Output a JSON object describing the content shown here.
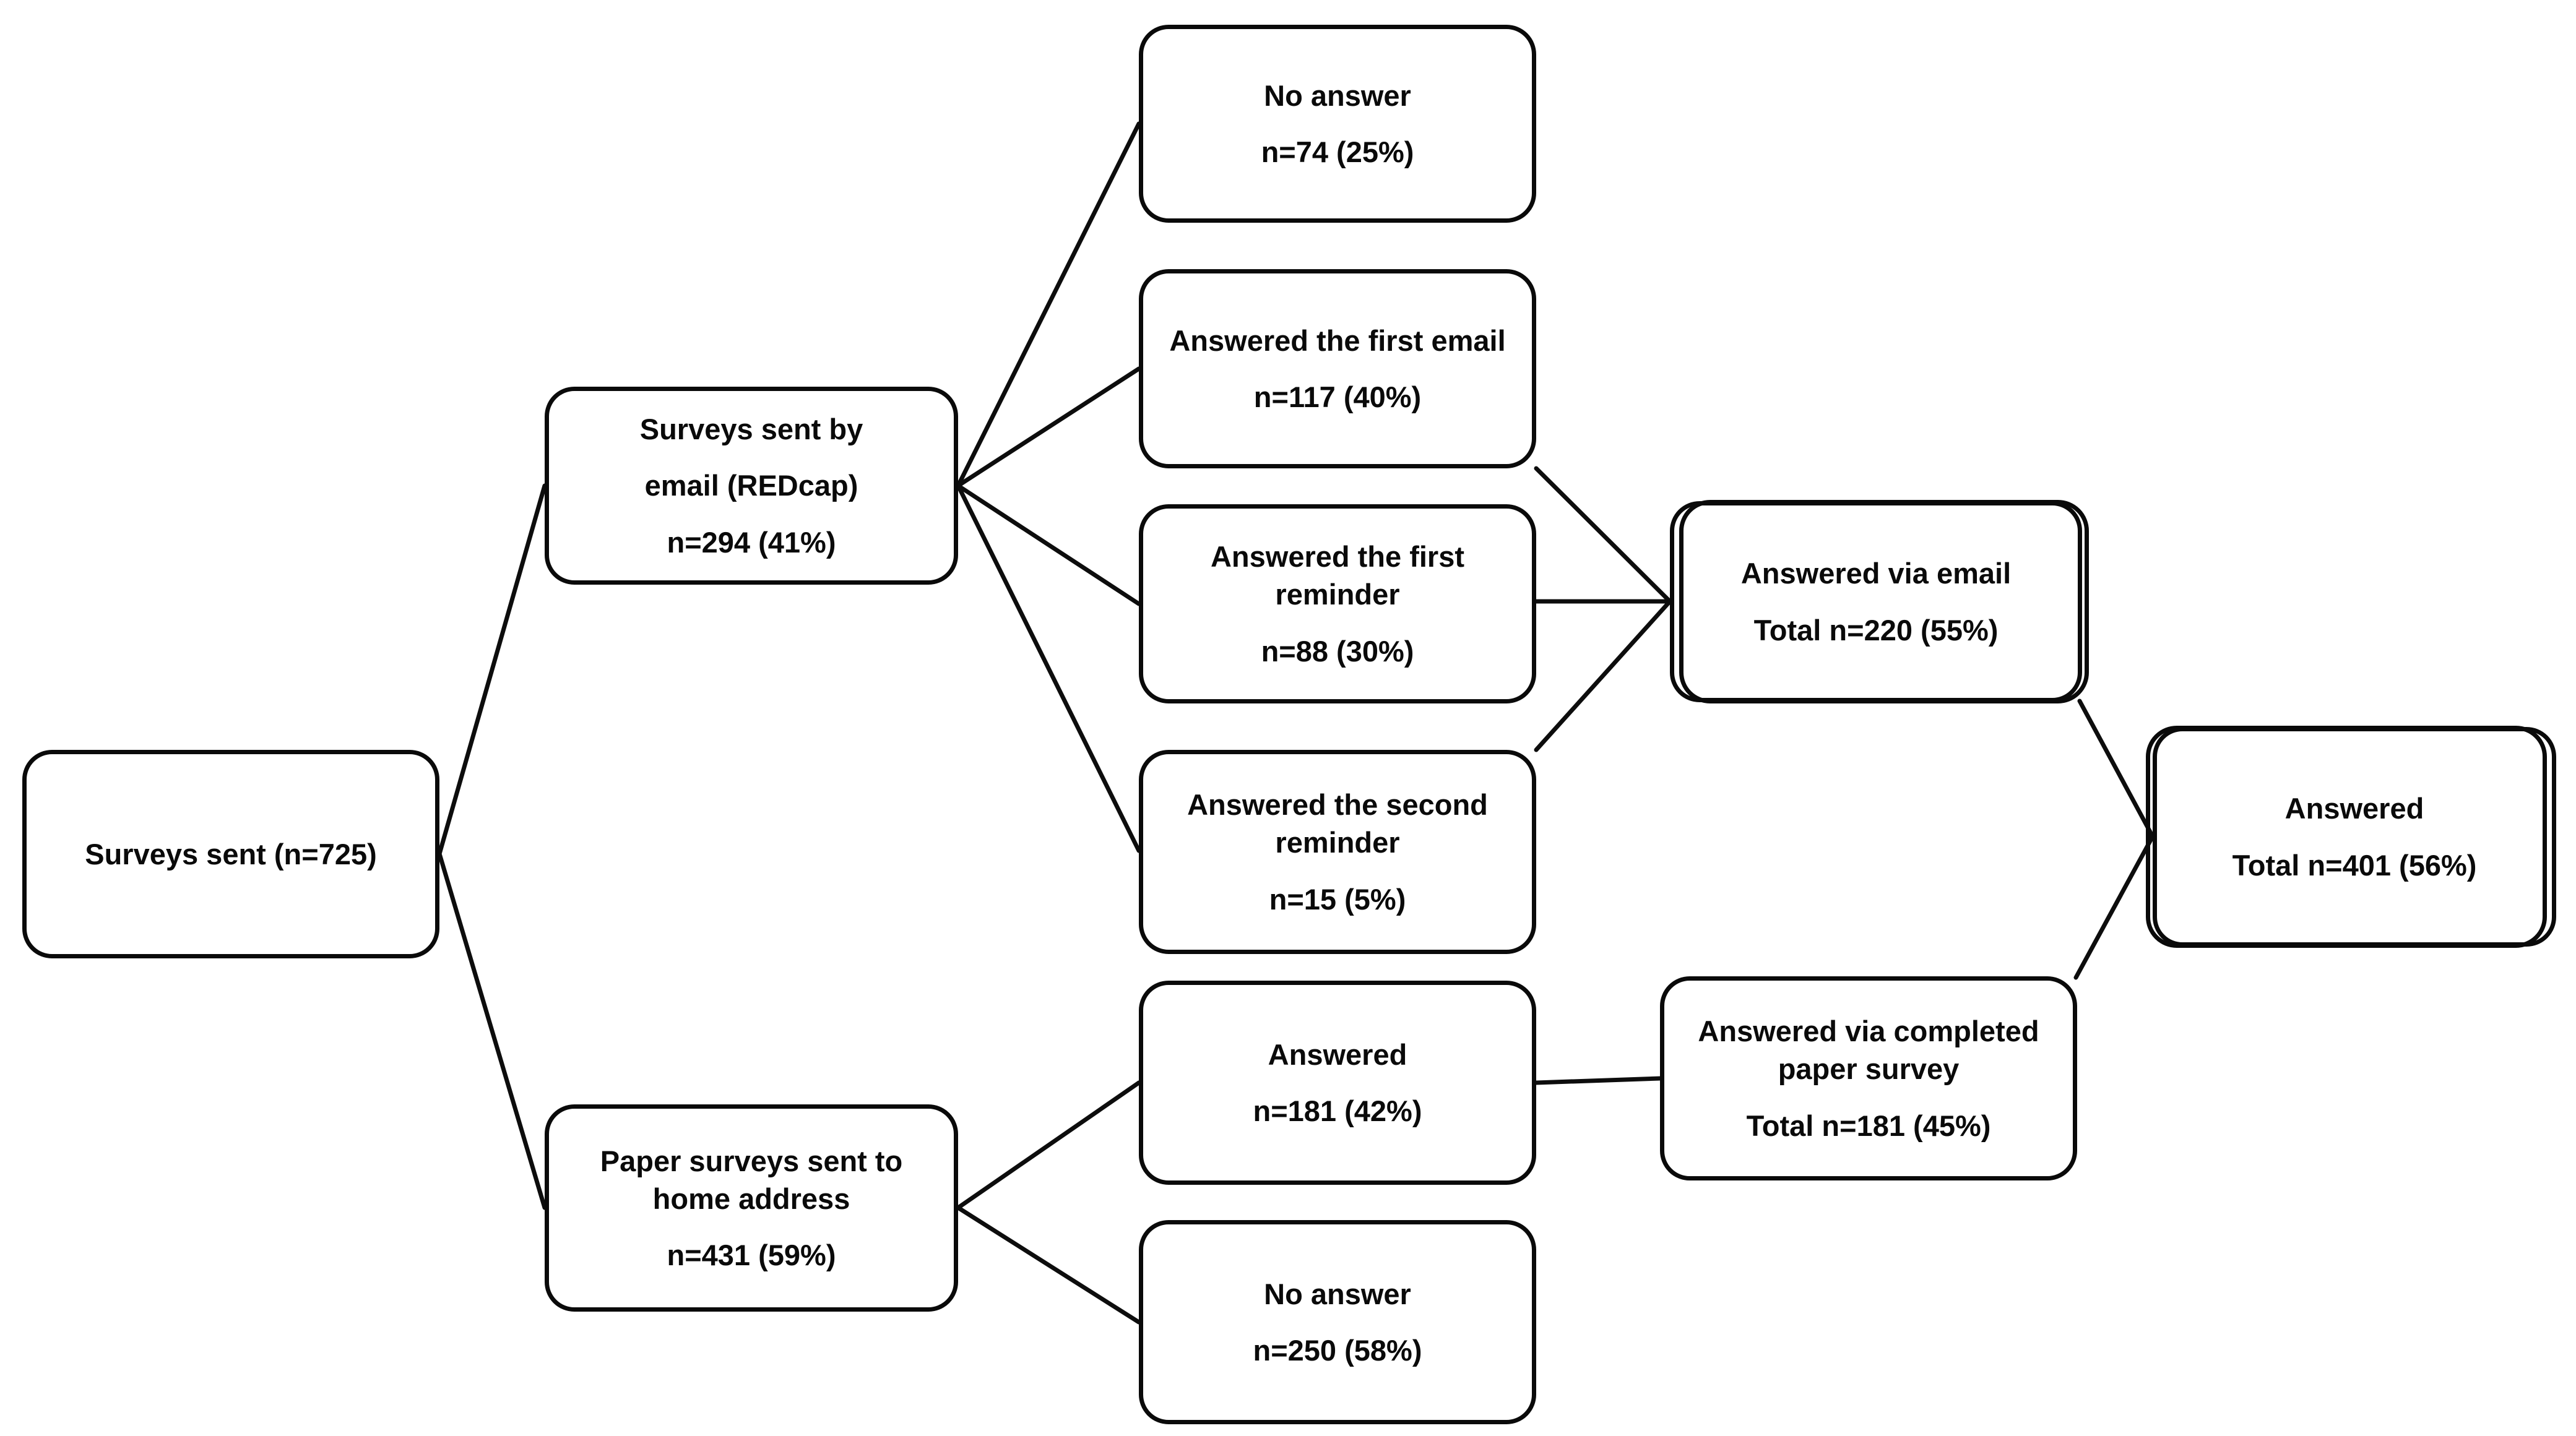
{
  "figure": {
    "type": "flowchart",
    "title": "Survey response flow diagram",
    "background_color": "#ffffff",
    "box_border_color": "#0a0a0a",
    "text_color": "#0a0a0a"
  },
  "nodes": [
    {
      "id": "surveys-sent",
      "lines": [
        "Surveys sent (n=725)"
      ]
    },
    {
      "id": "email-sent",
      "lines": [
        "Surveys sent by",
        "email (REDcap)",
        "n=294 (41%)"
      ]
    },
    {
      "id": "paper-sent",
      "lines": [
        "Paper surveys sent to\nhome address",
        "n=431 (59%)"
      ]
    },
    {
      "id": "email-no-answer",
      "lines": [
        "No answer",
        "n=74 (25%)"
      ]
    },
    {
      "id": "first-email",
      "lines": [
        "Answered the first email",
        "n=117 (40%)"
      ]
    },
    {
      "id": "first-reminder",
      "lines": [
        "Answered the first\nreminder",
        "n=88 (30%)"
      ]
    },
    {
      "id": "second-reminder",
      "lines": [
        "Answered the second\nreminder",
        "n=15 (5%)"
      ]
    },
    {
      "id": "paper-answered",
      "lines": [
        "Answered",
        "n=181 (42%)"
      ]
    },
    {
      "id": "paper-no-answer",
      "lines": [
        "No answer",
        "n=250 (58%)"
      ]
    },
    {
      "id": "answered-via-email",
      "lines": [
        "Answered via email",
        "Total n=220 (55%)"
      ]
    },
    {
      "id": "answered-via-paper",
      "lines": [
        "Answered via completed\npaper survey",
        "Total n=181 (45%)"
      ]
    },
    {
      "id": "answered-total",
      "lines": [
        "Answered",
        "Total n=401 (56%)"
      ]
    }
  ],
  "edges": [
    {
      "from": "surveys-sent",
      "to": "email-sent"
    },
    {
      "from": "surveys-sent",
      "to": "paper-sent"
    },
    {
      "from": "email-sent",
      "to": "email-no-answer"
    },
    {
      "from": "email-sent",
      "to": "first-email"
    },
    {
      "from": "email-sent",
      "to": "first-reminder"
    },
    {
      "from": "email-sent",
      "to": "second-reminder"
    },
    {
      "from": "first-email",
      "to": "answered-via-email"
    },
    {
      "from": "first-reminder",
      "to": "answered-via-email"
    },
    {
      "from": "second-reminder",
      "to": "answered-via-email"
    },
    {
      "from": "paper-sent",
      "to": "paper-answered"
    },
    {
      "from": "paper-sent",
      "to": "paper-no-answer"
    },
    {
      "from": "paper-answered",
      "to": "answered-via-paper"
    },
    {
      "from": "answered-via-email",
      "to": "answered-total"
    },
    {
      "from": "answered-via-paper",
      "to": "answered-total"
    }
  ]
}
